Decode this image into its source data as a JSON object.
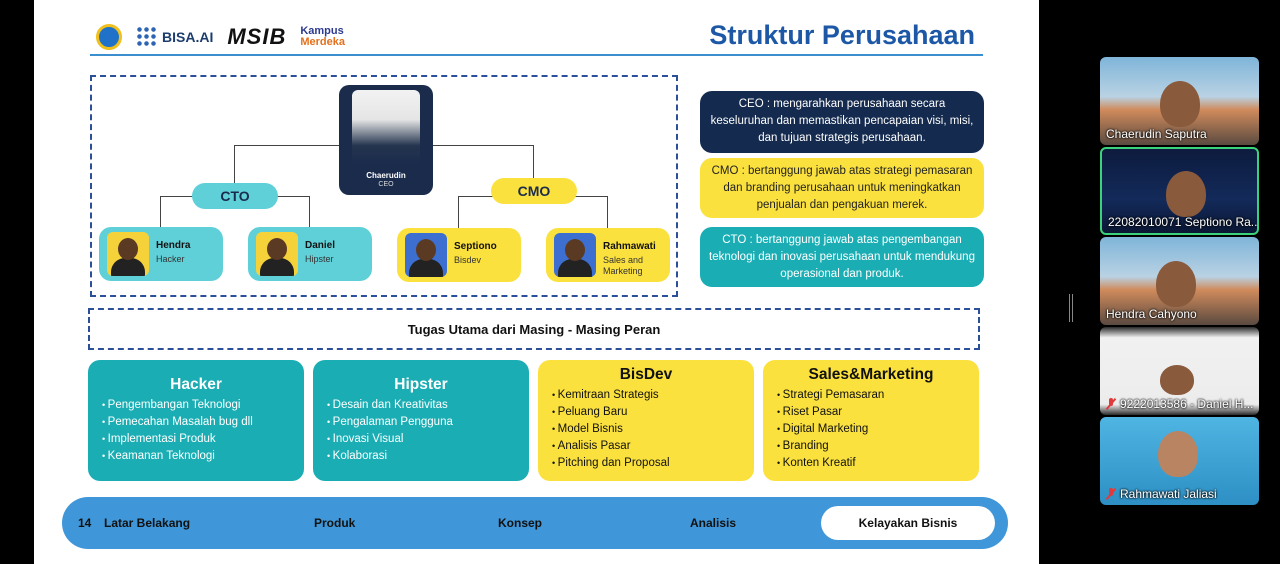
{
  "slide": {
    "logos": {
      "bisa": "BISA.AI",
      "msib": "MSIB",
      "km_top": "Kampus",
      "km_bottom": "Merdeka"
    },
    "title": "Struktur Perusahaan",
    "org": {
      "ceo": {
        "name": "Chaerudin",
        "role": "CEO"
      },
      "cto_label": "CTO",
      "cmo_label": "CMO",
      "members": [
        {
          "name": "Hendra",
          "role": "Hacker"
        },
        {
          "name": "Daniel",
          "role": "Hipster"
        },
        {
          "name": "Septiono",
          "role": "Bisdev"
        },
        {
          "name": "Rahmawati",
          "role": "Sales and Marketing"
        }
      ]
    },
    "descriptions": {
      "ceo": "CEO : mengarahkan perusahaan secara keseluruhan dan memastikan pencapaian visi, misi, dan tujuan strategis perusahaan.",
      "cmo": "CMO : bertanggung jawab atas strategi pemasaran dan branding perusahaan untuk meningkatkan penjualan dan pengakuan merek.",
      "cto": "CTO :  bertanggung jawab atas pengembangan teknologi dan inovasi perusahaan untuk mendukung operasional dan produk."
    },
    "tugas_title": "Tugas Utama dari Masing - Masing Peran",
    "tasks": [
      {
        "title": "Hacker",
        "items": [
          "Pengembangan Teknologi",
          "Pemecahan Masalah bug dll",
          "Implementasi Produk",
          "Keamanan Teknologi"
        ]
      },
      {
        "title": "Hipster",
        "items": [
          "Desain dan Kreativitas",
          "Pengalaman Pengguna",
          "Inovasi Visual",
          "Kolaborasi"
        ]
      },
      {
        "title": "BisDev",
        "items": [
          "Kemitraan Strategis",
          "Peluang Baru",
          "Model Bisnis",
          "Analisis Pasar",
          "Pitching dan Proposal"
        ]
      },
      {
        "title": "Sales&Marketing",
        "items": [
          "Strategi Pemasaran",
          "Riset Pasar",
          "Digital Marketing",
          "Branding",
          "Konten Kreatif"
        ]
      }
    ],
    "nav": {
      "page_number": "14",
      "items": [
        "Latar Belakang",
        "Produk",
        "Konsep",
        "Analisis",
        "Kelayakan Bisnis"
      ]
    }
  },
  "participants": [
    {
      "name": "Chaerudin Saputra",
      "muted": false
    },
    {
      "name": "22082010071 Septiono Ra...",
      "muted": false,
      "active": true
    },
    {
      "name": "Hendra Cahyono",
      "muted": false
    },
    {
      "name": "9222013586 - Daniel H...",
      "muted": true
    },
    {
      "name": "Rahmawati Jaliasi",
      "muted": true
    }
  ],
  "colors": {
    "title_blue": "#1d58a6",
    "teal": "#1aaeb4",
    "yellow": "#fbe13e",
    "navy": "#142a4e",
    "nav_blue": "#3f97d9"
  }
}
